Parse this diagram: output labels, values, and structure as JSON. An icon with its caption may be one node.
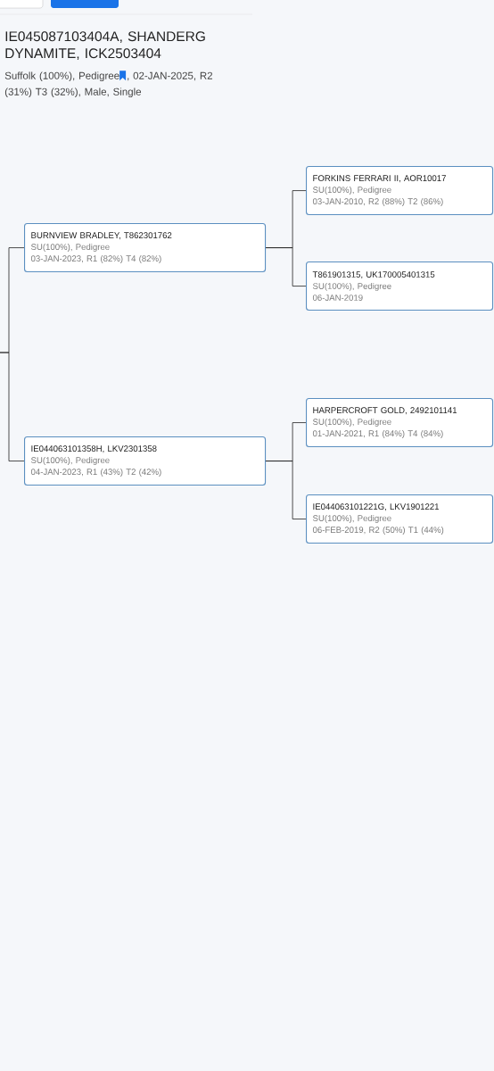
{
  "diagram": {
    "title": "IE045087103404A, SHANDERG DYNAMITE, ICK2503404",
    "nodes": [
      {
        "text": [
          "BURNVIEW BRADLEY, T862301762",
          "SU(100%), Pedigree",
          "03-JAN-2023, R1 (82%) T4 (82%)"
        ]
      },
      {
        "text": [
          "FORKINS FERRARI II, AOR10017",
          "SU(100%), Pedigree",
          "03-JAN-2010, R2 (88%) T2 (86%)"
        ]
      },
      {
        "text": [
          "T861901315, UK170005401315",
          "SU(100%), Pedigree",
          "06-JAN-2019"
        ]
      },
      {
        "text": [
          "IE044063101358H, LKV2301358",
          "SU(100%), Pedigree",
          "04-JAN-2023, R1 (43%) T2 (42%)"
        ]
      },
      {
        "text": [
          "HARPERCROFT GOLD, 2492101141",
          "SU(100%), Pedigree",
          "01-JAN-2021, R1 (84%) T4 (84%)"
        ]
      },
      {
        "text": [
          "IE044063101221G, LKV1901221",
          "SU(100%), Pedigree",
          "06-FEB-2019, R2 (50%) T1 (44%)"
        ]
      }
    ],
    "edges": [
      {
        "from": null,
        "to": 0,
        "arrow": "none"
      },
      {
        "from": null,
        "to": 3,
        "arrow": "none"
      },
      {
        "from": 0,
        "to": 1,
        "arrow": "none"
      },
      {
        "from": 0,
        "to": 2,
        "arrow": "none"
      },
      {
        "from": 3,
        "to": 4,
        "arrow": "none"
      },
      {
        "from": 3,
        "to": 5,
        "arrow": "none"
      }
    ],
    "labels": [
      "Suffolk (100%), Pedigree",
      ", 02-JAN-2025, R2 (31%) T3 (32%), Male, Single"
    ]
  }
}
